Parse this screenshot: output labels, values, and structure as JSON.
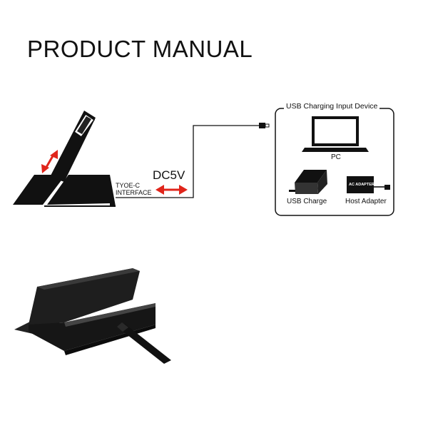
{
  "title": "PRODUCT MANUAL",
  "interface_label_line1": "TYOE-C",
  "interface_label_line2": "INTERFACE",
  "voltage_label": "DC5V",
  "usb_box": {
    "title": "USB Charging Input Device",
    "devices": [
      {
        "label": "PC",
        "icon": "laptop-icon"
      },
      {
        "label": "USB Charge",
        "icon": "usb-charger-icon"
      },
      {
        "label": "Host Adapter",
        "icon": "ac-adapter-icon"
      }
    ],
    "ac_adapter_print": "AC ADAPTER"
  },
  "colors": {
    "arrow": "#e0251b",
    "ink": "#111111",
    "dock": "#1c1c1c"
  }
}
